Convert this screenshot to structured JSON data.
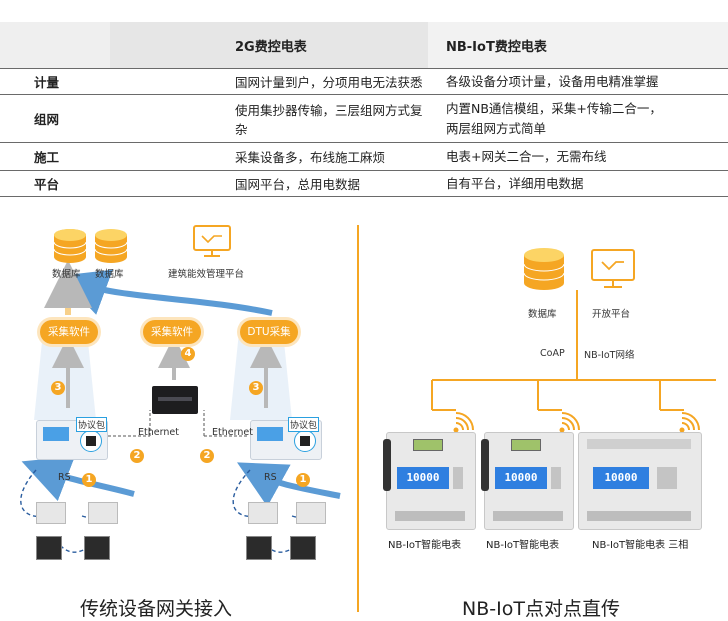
{
  "table": {
    "headers": [
      "",
      "2G费控电表",
      "NB-IoT费控电表"
    ],
    "rows": [
      {
        "label": "计量",
        "col1": "国网计量到户，分项用电无法获悉",
        "col2": [
          "各级设备分项计量，设备用电精准掌握"
        ]
      },
      {
        "label": "组网",
        "col1": "使用集抄器传输，三层组网方式复杂",
        "col2": [
          "内置NB通信模组，采集+传输二合一，",
          "两层组网方式简单"
        ]
      },
      {
        "label": "施工",
        "col1": "采集设备多，布线施工麻烦",
        "col2": [
          "电表+网关二合一，无需布线"
        ]
      },
      {
        "label": "平台",
        "col1": "国网平台，总用电数据",
        "col2": [
          "自有平台，详细用电数据"
        ]
      }
    ]
  },
  "left": {
    "db1": "数据库",
    "db2": "数据库",
    "platform": "建筑能效管理平台",
    "bubble_left": "采集软件",
    "bubble_mid": "采集软件",
    "bubble_right": "DTU采集",
    "num3a": "3",
    "num4": "4",
    "num3b": "3",
    "num2a": "2",
    "num2b": "2",
    "num1a": "1",
    "num1b": "1",
    "proto_left": "协议包",
    "proto_right": "协议包",
    "eth_left": "Ethernet",
    "eth_right": "Ethernet",
    "rs_left": "RS",
    "rs_right": "RS",
    "caption": "传统设备网关接入"
  },
  "right": {
    "db": "数据库",
    "platform": "开放平台",
    "coap": "CoAP",
    "nbnet": "NB-IoT网络",
    "meter_display": "10000",
    "meter1": "NB-IoT智能电表",
    "meter2": "NB-IoT智能电表",
    "meter3": "NB-IoT智能电表 三相",
    "caption": "NB-IoT点对点直传"
  },
  "colors": {
    "accent": "#f5a623",
    "arrow_blue": "#5b9bd5",
    "lcd_blue": "#2f7fe0"
  }
}
